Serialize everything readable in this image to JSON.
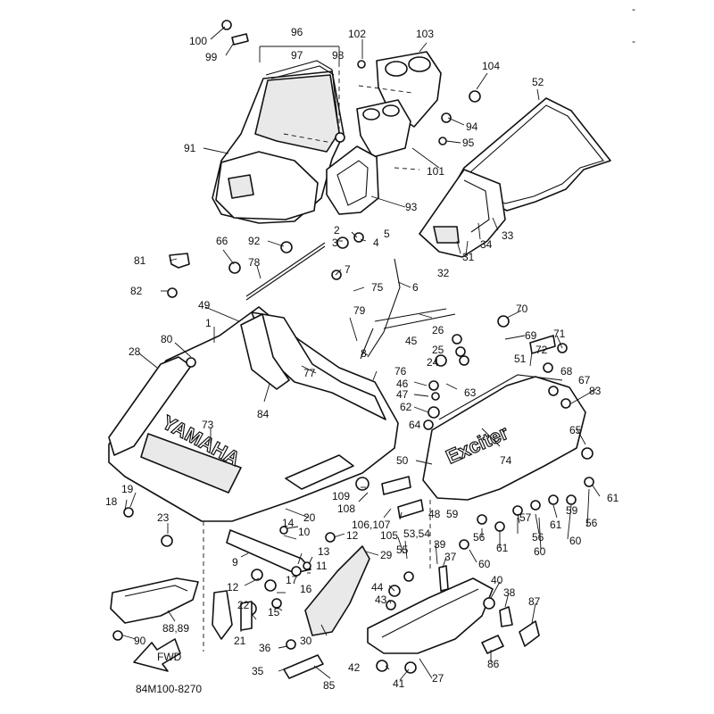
{
  "drawing_code": "84M100-8270",
  "branding": {
    "hood": "YAMAHA",
    "side_panel": "Exciter"
  },
  "arrow_label": "FWD",
  "corner_marks": [
    "-",
    "-"
  ],
  "callouts": {
    "c1": "1",
    "c2": "2",
    "c3": "3",
    "c4": "4",
    "c5": "5",
    "c6": "6",
    "c7": "7",
    "c8": "8",
    "c9": "9",
    "c10": "10",
    "c11": "11",
    "c12a": "12",
    "c12b": "12",
    "c13": "13",
    "c14": "14",
    "c15": "15",
    "c16": "16",
    "c17": "17",
    "c18": "18",
    "c19": "19",
    "c20": "20",
    "c21": "21",
    "c22": "22",
    "c23": "23",
    "c24": "24",
    "c25": "25",
    "c26": "26",
    "c27": "27",
    "c28": "28",
    "c29": "29",
    "c30": "30",
    "c31": "31",
    "c32": "32",
    "c33": "33",
    "c34": "34",
    "c35": "35",
    "c36": "36",
    "c37": "37",
    "c38": "38",
    "c39": "39",
    "c40": "40",
    "c41": "41",
    "c42": "42",
    "c43": "43",
    "c44": "44",
    "c45": "45",
    "c46": "46",
    "c47": "47",
    "c48": "48",
    "c49": "49",
    "c50": "50",
    "c51": "51",
    "c52": "52",
    "c5354": "53,54",
    "c55": "55",
    "c56a": "56",
    "c56b": "56",
    "c56c": "56",
    "c57": "57",
    "c59a": "59",
    "c59b": "59",
    "c60a": "60",
    "c60b": "60",
    "c60c": "60",
    "c61a": "61",
    "c61b": "61",
    "c61c": "61",
    "c62": "62",
    "c63": "63",
    "c64": "64",
    "c65": "65",
    "c66": "66",
    "c67": "67",
    "c68": "68",
    "c69": "69",
    "c70": "70",
    "c71": "71",
    "c72": "72",
    "c73": "73",
    "c74": "74",
    "c75": "75",
    "c76": "76",
    "c77": "77",
    "c78": "78",
    "c79": "79",
    "c80": "80",
    "c81": "81",
    "c82": "82",
    "c83": "83",
    "c84": "84",
    "c85": "85",
    "c86": "86",
    "c87": "87",
    "c8889": "88,89",
    "c90": "90",
    "c91": "91",
    "c92": "92",
    "c93": "93",
    "c94": "94",
    "c95": "95",
    "c96": "96",
    "c97": "97",
    "c98": "98",
    "c99": "99",
    "c100": "100",
    "c101": "101",
    "c102": "102",
    "c103": "103",
    "c104": "104",
    "c105": "105",
    "c106107": "106,107",
    "c108": "108",
    "c109": "109"
  }
}
